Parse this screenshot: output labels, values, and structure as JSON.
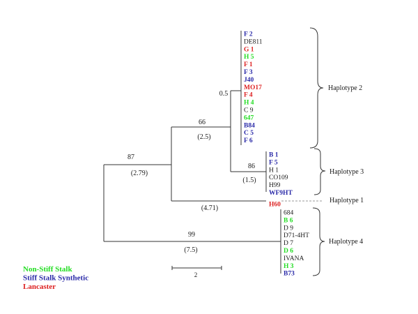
{
  "colors": {
    "line": "#333333",
    "black": "#1a1a1a",
    "green": "#22dd22",
    "blue": "#2a2aa8",
    "red": "#dd2222",
    "dashed": "#999999"
  },
  "node_labels": {
    "root_top": "87",
    "root_bottom": "(2.79)",
    "inner_top": "66",
    "inner_bottom": "(2.5)",
    "hap2_node": "0.5",
    "hap3_top": "86",
    "hap3_bottom": "(1.5)",
    "h60_branch": "(4.71)",
    "hap4_top": "99",
    "hap4_bottom": "(7.5)"
  },
  "groups": {
    "haplotype2": [
      {
        "label": "F 2",
        "color": "blue",
        "bold": true
      },
      {
        "label": "DE811",
        "color": "black",
        "bold": false
      },
      {
        "label": "G 1",
        "color": "red",
        "bold": true
      },
      {
        "label": "H 5",
        "color": "green",
        "bold": true
      },
      {
        "label": "F 1",
        "color": "red",
        "bold": true
      },
      {
        "label": "F 3",
        "color": "blue",
        "bold": true
      },
      {
        "label": "J40",
        "color": "blue",
        "bold": true
      },
      {
        "label": "MO17",
        "color": "red",
        "bold": true
      },
      {
        "label": "F 4",
        "color": "red",
        "bold": true
      },
      {
        "label": "H 4",
        "color": "green",
        "bold": true
      },
      {
        "label": "C 9",
        "color": "black",
        "bold": false
      },
      {
        "label": "647",
        "color": "green",
        "bold": true
      },
      {
        "label": "B84",
        "color": "blue",
        "bold": true
      },
      {
        "label": "C 5",
        "color": "blue",
        "bold": true
      },
      {
        "label": "F 6",
        "color": "blue",
        "bold": true
      }
    ],
    "haplotype3": [
      {
        "label": "B 1",
        "color": "blue",
        "bold": true
      },
      {
        "label": "F 5",
        "color": "blue",
        "bold": true
      },
      {
        "label": "H 1",
        "color": "black",
        "bold": false
      },
      {
        "label": "CO109",
        "color": "black",
        "bold": false
      },
      {
        "label": "H99",
        "color": "black",
        "bold": false
      },
      {
        "label": "WF9HT",
        "color": "blue",
        "bold": true
      }
    ],
    "haplotype1": [
      {
        "label": "H60",
        "color": "red",
        "bold": true
      }
    ],
    "haplotype4": [
      {
        "label": "684",
        "color": "black",
        "bold": false
      },
      {
        "label": "B 6",
        "color": "green",
        "bold": true
      },
      {
        "label": "D 9",
        "color": "black",
        "bold": false
      },
      {
        "label": "D71-4HT",
        "color": "black",
        "bold": false
      },
      {
        "label": "D 7",
        "color": "black",
        "bold": false
      },
      {
        "label": "D 6",
        "color": "green",
        "bold": true
      },
      {
        "label": "IVANA",
        "color": "black",
        "bold": false
      },
      {
        "label": "H 3",
        "color": "green",
        "bold": true
      },
      {
        "label": "B73",
        "color": "blue",
        "bold": true
      }
    ]
  },
  "haplotype_labels": {
    "h2": "Haplotype 2",
    "h3": "Haplotype 3",
    "h1": "Haplotype 1",
    "h4": "Haplotype 4"
  },
  "scale_bar": "2",
  "legend": [
    {
      "label": "Non-Stiff Stalk",
      "color": "green"
    },
    {
      "label": "Stiff Stalk Synthetic",
      "color": "blue"
    },
    {
      "label": "Lancaster",
      "color": "red"
    }
  ]
}
